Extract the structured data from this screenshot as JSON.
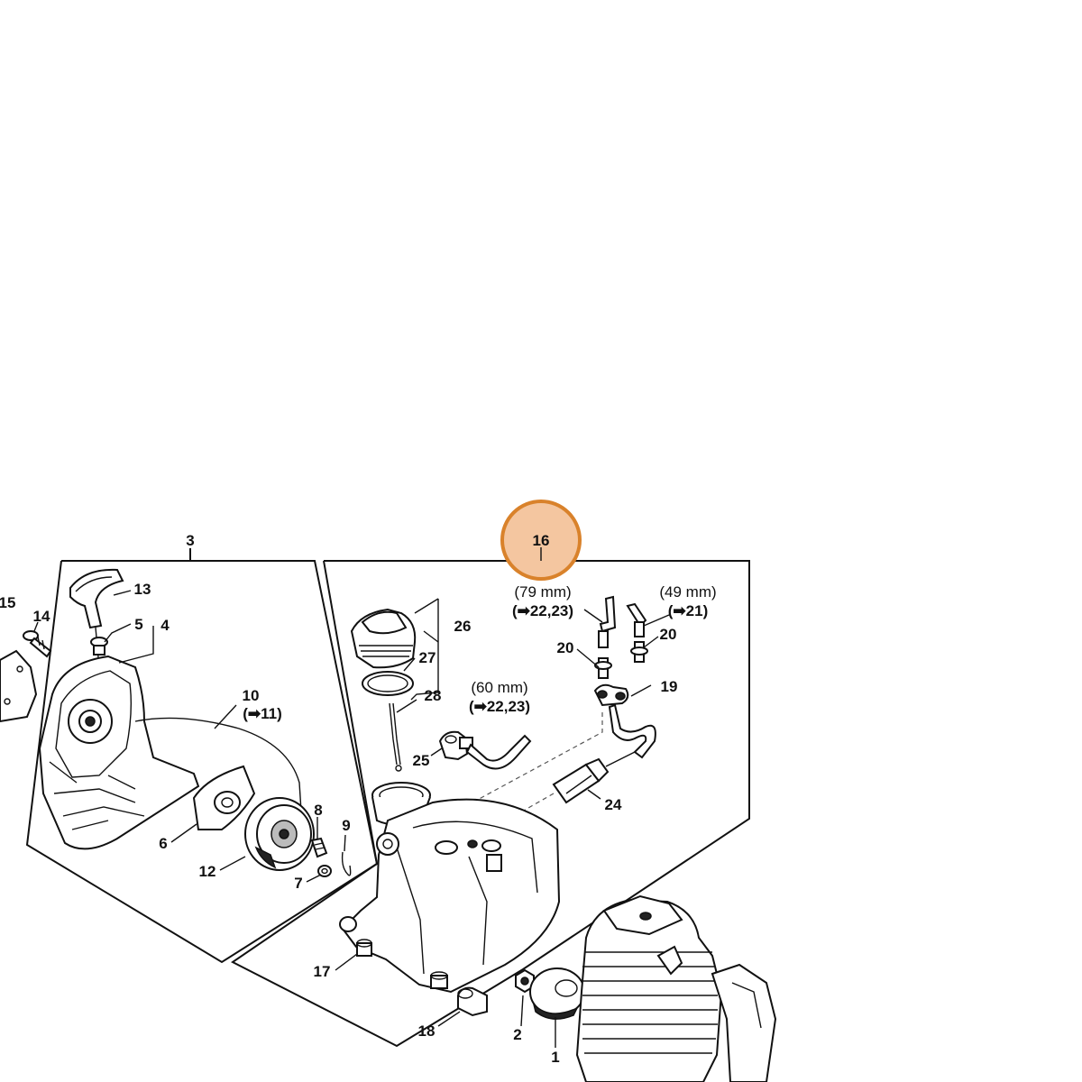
{
  "colors": {
    "highlight_fill": "#f4c6a0",
    "highlight_ring": "#d9822b",
    "ink": "#111111"
  },
  "callouts": {
    "c1": "1",
    "c2": "2",
    "c3": "3",
    "c4": "4",
    "c5": "5",
    "c6": "6",
    "c7": "7",
    "c8": "8",
    "c9": "9",
    "c10": "10",
    "c10_ref": "(➡11)",
    "c12": "12",
    "c13": "13",
    "c14": "14",
    "c15": "15",
    "c16": "16",
    "c17": "17",
    "c18": "18",
    "c19": "19",
    "c20a": "20",
    "c20b": "20",
    "c24": "24",
    "c25": "25",
    "c26": "26",
    "c27": "27",
    "c28": "28",
    "hose_79": "(79 mm)",
    "hose_79_ref": "(➡22,23)",
    "hose_49": "(49 mm)",
    "hose_49_ref": "(➡21)",
    "hose_60": "(60 mm)",
    "hose_60_ref": "(➡22,23)"
  }
}
